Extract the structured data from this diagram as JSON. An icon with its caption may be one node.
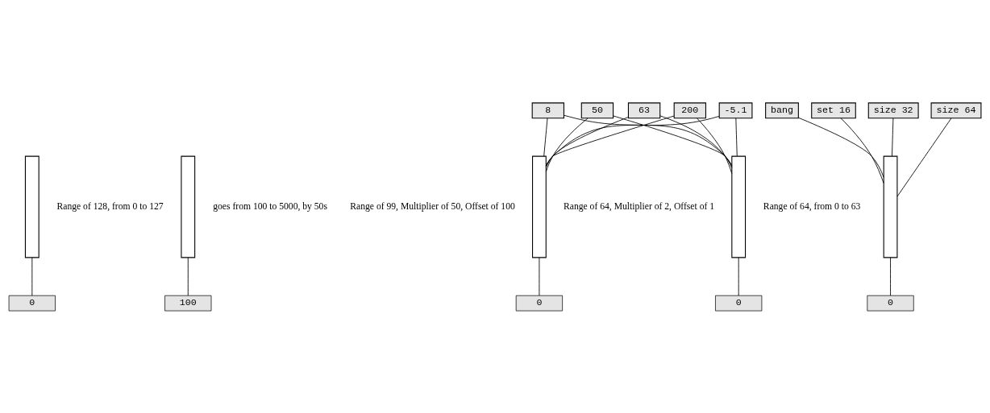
{
  "diagram": {
    "nodes": [
      {
        "text": [],
        "shape": "bar",
        "beside": [
          "Range of 128, from 0 to 127"
        ]
      },
      {
        "text": [
          "0"
        ]
      },
      {
        "text": [],
        "shape": "bar",
        "beside": [
          "Range of 99, Multiplier of 50, Offset of 100",
          "goes from 100 to 5000, by 50s"
        ]
      },
      {
        "text": [
          "100"
        ]
      },
      {
        "text": [
          "-5.1"
        ]
      },
      {
        "text": [
          "8"
        ]
      },
      {
        "text": [
          "50"
        ]
      },
      {
        "text": [
          "63"
        ]
      },
      {
        "text": [
          "200"
        ]
      },
      {
        "text": [],
        "shape": "bar",
        "beside": [
          "Range of 64, from 0 to 63"
        ]
      },
      {
        "text": [],
        "shape": "bar",
        "beside": [
          "Range of 64, Multiplier of 2, Offset of 1"
        ]
      },
      {
        "text": [
          "0"
        ]
      },
      {
        "text": [
          "0"
        ]
      },
      {
        "text": [
          "bang"
        ]
      },
      {
        "text": [
          "set 16"
        ]
      },
      {
        "text": [
          "size 32"
        ]
      },
      {
        "text": [
          "size 64"
        ]
      },
      {
        "text": [],
        "shape": "bar"
      },
      {
        "text": [
          "0"
        ]
      }
    ],
    "edges": [
      {
        "from": 0,
        "to": 1,
        "arrow": "none"
      },
      {
        "from": 2,
        "to": 3,
        "arrow": "none"
      },
      {
        "from": 4,
        "to": 9,
        "arrow": "none"
      },
      {
        "from": 4,
        "to": 10,
        "arrow": "none"
      },
      {
        "from": 5,
        "to": 9,
        "arrow": "none"
      },
      {
        "from": 5,
        "to": 10,
        "arrow": "none"
      },
      {
        "from": 6,
        "to": 9,
        "arrow": "none"
      },
      {
        "from": 6,
        "to": 10,
        "arrow": "none"
      },
      {
        "from": 7,
        "to": 9,
        "arrow": "none"
      },
      {
        "from": 7,
        "to": 10,
        "arrow": "none"
      },
      {
        "from": 8,
        "to": 9,
        "arrow": "none"
      },
      {
        "from": 8,
        "to": 10,
        "arrow": "none"
      },
      {
        "from": 9,
        "to": 11,
        "arrow": "none"
      },
      {
        "from": 10,
        "to": 12,
        "arrow": "none"
      },
      {
        "from": 13,
        "to": 17,
        "arrow": "none"
      },
      {
        "from": 14,
        "to": 17,
        "arrow": "none"
      },
      {
        "from": 15,
        "to": 17,
        "arrow": "none"
      },
      {
        "from": 16,
        "to": 17,
        "arrow": "none"
      },
      {
        "from": 17,
        "to": 18,
        "arrow": "none"
      }
    ]
  }
}
